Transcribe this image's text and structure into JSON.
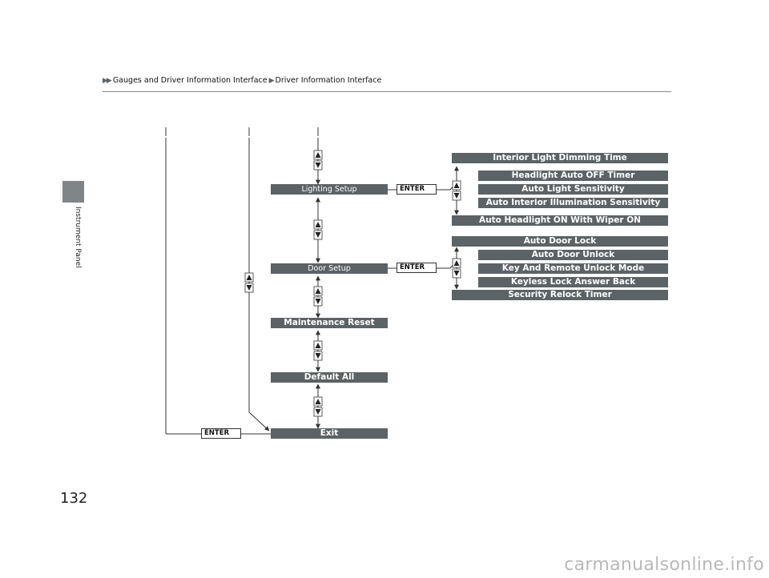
{
  "breadcrumb": {
    "section": "Gauges and Driver Information Interface",
    "page": "Driver Information Interface"
  },
  "side_tab": {
    "label": "Instrument Panel"
  },
  "page_number": "132",
  "watermark": "carmanualsonline.info",
  "enter_label": "ENTER",
  "menu": {
    "lighting_setup": "Lighting Setup",
    "door_setup": "Door Setup",
    "maintenance_reset": "Maintenance Reset",
    "default_all": "Default All",
    "exit": "Exit"
  },
  "lighting_items": [
    "Interior Light Dimming Time",
    "Headlight Auto OFF Timer",
    "Auto Light Sensitivity",
    "Auto Interior Illumination Sensitivity",
    "Auto Headlight ON With Wiper ON"
  ],
  "door_items": [
    "Auto Door Lock",
    "Auto Door Unlock",
    "Key And Remote Unlock Mode",
    "Keyless Lock Answer Back",
    "Security Relock Timer"
  ],
  "colors": {
    "bar": "#5b6366",
    "tab": "#808587"
  }
}
